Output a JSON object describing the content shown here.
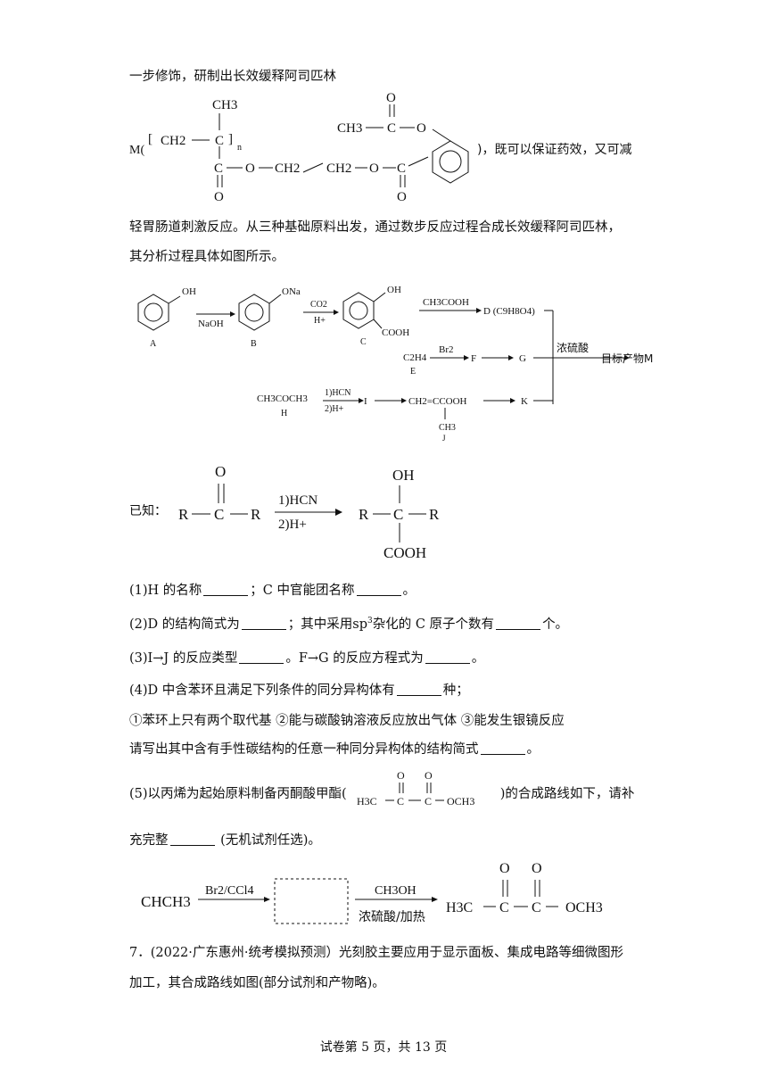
{
  "intro": {
    "line1": "一步修饰，研制出长效缓释阿司匹林",
    "m_prefix": "M(",
    "m_suffix": ")，既可以保证药效，又可减",
    "line2": "轻胃肠道刺激反应。从三种基础原料出发，通过数步反应过程合成长效缓释阿司匹林，",
    "line3": "其分析过程具体如图所示。"
  },
  "m_structure": {
    "ch3_top": "CH3",
    "bracket_left": "[",
    "ch2": "CH2",
    "c": "C",
    "bracket_right": "]",
    "n": "n",
    "c_ester": "C",
    "o_ester": "O",
    "ch2_a": "CH2",
    "ch2_b": "CH2",
    "o_link": "O",
    "c_benz": "C",
    "o_dbl_1": "O",
    "o_dbl_2": "O",
    "acetyl_ch3": "CH3",
    "acetyl_c": "C",
    "acetyl_o_top": "O",
    "acetyl_o": "O"
  },
  "scheme": {
    "A_label": "A",
    "A_oh": "OH",
    "reagent_naoh": "NaOH",
    "B_label": "B",
    "B_ona": "ONa",
    "reagent_co2": "CO2",
    "reagent_h": "H+",
    "C_label": "C",
    "C_oh": "OH",
    "C_cooh": "COOH",
    "reagent_ch3cooh": "CH3COOH",
    "D_text": "D (C9H8O4)",
    "E_formula": "C2H4",
    "E_label": "E",
    "reagent_br2": "Br2",
    "F_label": "F",
    "G_label": "G",
    "conc_h2so4": "浓硫酸",
    "target": "目标产物M",
    "H_formula": "CH3COCH3",
    "H_label": "H",
    "reagent_hcn": "1)HCN",
    "reagent_h2": "2)H+",
    "I_label": "I",
    "J_formula": "CH2=CCOOH",
    "J_ch3": "CH3",
    "J_label": "J",
    "K_label": "K"
  },
  "known": {
    "prefix": "已知：",
    "r1": "R",
    "c1": "C",
    "r2": "R",
    "o": "O",
    "reagent1": "1)HCN",
    "reagent2": "2)H+",
    "r3": "R",
    "c2": "C",
    "r4": "R",
    "oh": "OH",
    "cooh": "COOH"
  },
  "questions": {
    "q1_a": "(1)H 的名称",
    "q1_b": "；C 中官能团名称",
    "q1_c": "。",
    "q2_a": "(2)D 的结构简式为",
    "q2_b": "；其中采用sp",
    "q2_sup": "3",
    "q2_c": "杂化的 C 原子个数有",
    "q2_d": "个。",
    "q3_a": "(3)I→J 的反应类型",
    "q3_b": "。F→G 的反应方程式为",
    "q3_c": "。",
    "q4_a": "(4)D 中含苯环且满足下列条件的同分异构体有",
    "q4_b": "种；",
    "q4_conditions": "①苯环上只有两个取代基 ②能与碳酸钠溶液反应放出气体 ③能发生银镜反应",
    "q4_c": "请写出其中含有手性碳结构的任意一种同分异构体的结构简式",
    "q4_d": "。",
    "q5_a": "(5)以丙烯为起始原料制备丙酮酸甲酯(",
    "q5_b": ")的合成路线如下，请补",
    "q5_c": "充完整",
    "q5_d": " (无机试剂任选)。"
  },
  "pyruvate_small": {
    "h3c": "H3C",
    "c1": "C",
    "c2": "C",
    "och3": "OCH3",
    "o1": "O",
    "o2": "O"
  },
  "route": {
    "start": "CHCH3",
    "reagent1": "Br2/CCl4",
    "reagent2_top": "CH3OH",
    "reagent2_bottom": "浓硫酸/加热",
    "h3c": "H3C",
    "c1": "C",
    "c2": "C",
    "och3": "OCH3",
    "o1": "O",
    "o2": "O"
  },
  "q7": {
    "line1": "7．(2022·广东惠州·统考模拟预测）光刻胶主要应用于显示面板、集成电路等细微图形",
    "line2": "加工，其合成路线如图(部分试剂和产物略)。"
  },
  "footer": "试卷第 5 页，共 13 页"
}
